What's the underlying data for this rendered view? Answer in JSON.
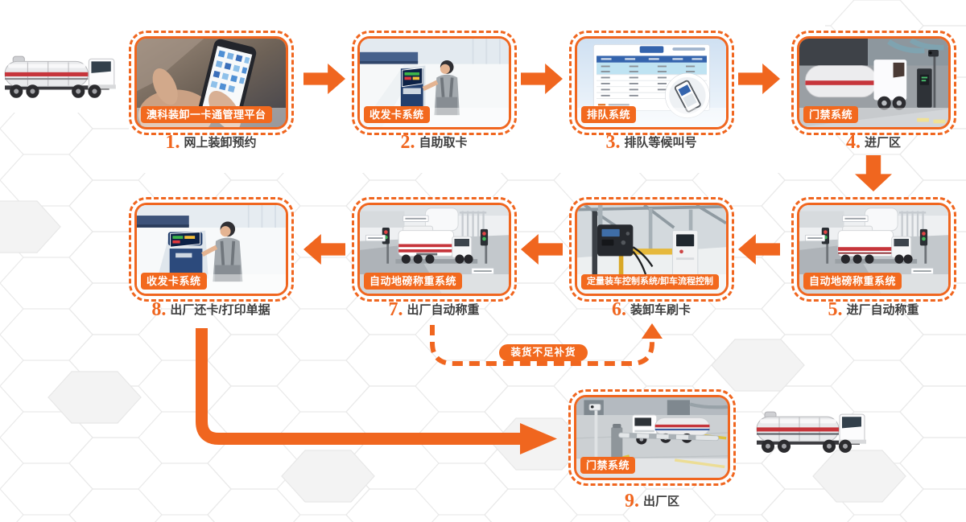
{
  "accent_color": "#F0661F",
  "badge_color": "#F2691E",
  "caption_color": "#3f3f3f",
  "steps": [
    {
      "num": "1.",
      "caption": "网上装卸预约",
      "badge": "澳科装卸一卡通管理平台"
    },
    {
      "num": "2.",
      "caption": "自助取卡",
      "badge": "收发卡系统"
    },
    {
      "num": "3.",
      "caption": "排队等候叫号",
      "badge": "排队系统"
    },
    {
      "num": "4.",
      "caption": "进厂区",
      "badge": "门禁系统"
    },
    {
      "num": "5.",
      "caption": "进厂自动称重",
      "badge": "自动地磅称重系统"
    },
    {
      "num": "6.",
      "caption": "装卸车刷卡",
      "badge": "定量装车控制系统/卸车流程控制"
    },
    {
      "num": "7.",
      "caption": "出厂自动称重",
      "badge": "自动地磅称重系统"
    },
    {
      "num": "8.",
      "caption": "出厂还卡/打印单据",
      "badge": "收发卡系统"
    },
    {
      "num": "9.",
      "caption": "出厂区",
      "badge": "门禁系统"
    }
  ],
  "feedback_label": "装货不足补货"
}
